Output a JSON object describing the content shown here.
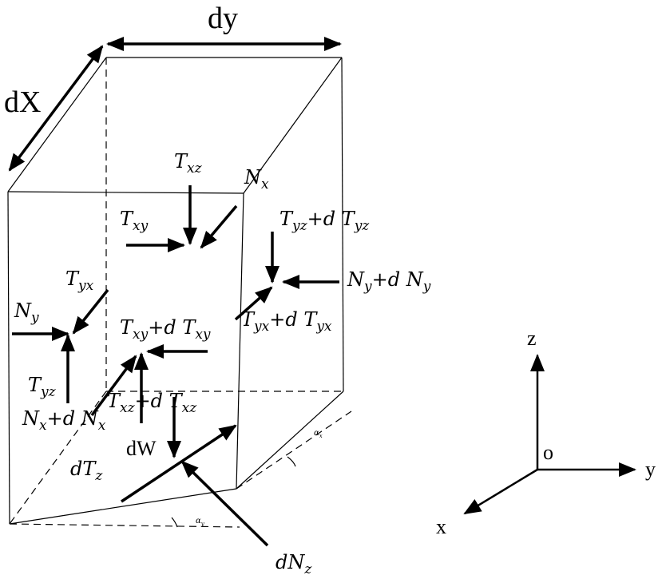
{
  "dimensions": {
    "dx": "dX",
    "dy": "dy"
  },
  "forces": {
    "Txz": {
      "main": "T",
      "sub": "xz",
      "tail": ""
    },
    "Nx": {
      "main": "N",
      "sub": "x",
      "tail": ""
    },
    "Txy": {
      "main": "T",
      "sub": "xy",
      "tail": ""
    },
    "Tyz_d": {
      "main": "T",
      "sub": "yz",
      "tail": "+d T",
      "sub2": "yz"
    },
    "Ny_d": {
      "main": "N",
      "sub": "y",
      "tail": "+d N",
      "sub2": "y"
    },
    "Tyx": {
      "main": "T",
      "sub": "yx",
      "tail": ""
    },
    "Ny": {
      "main": "N",
      "sub": "y",
      "tail": ""
    },
    "Txy_d": {
      "main": "T",
      "sub": "xy",
      "tail": "+d T",
      "sub2": "xy"
    },
    "Tyx_d": {
      "main": "T",
      "sub": "yx",
      "tail": "+d T",
      "sub2": "yx"
    },
    "Tyz": {
      "main": "T",
      "sub": "yz",
      "tail": ""
    },
    "Txz_d": {
      "main": "T",
      "sub": "xz",
      "tail": "+d T",
      "sub2": "xz"
    },
    "Nx_d": {
      "main": "N",
      "sub": "x",
      "tail": "+d N",
      "sub2": "x"
    },
    "dW": "dW",
    "dTz": {
      "main": "dT",
      "sub": "z"
    },
    "dNz": {
      "main": "dN",
      "sub": "z"
    }
  },
  "angles": {
    "alpha_x": "α",
    "alpha_x_sub": "x",
    "alpha_y": "α",
    "alpha_y_sub": "y"
  },
  "axes": {
    "z": "z",
    "y": "y",
    "x": "x",
    "origin": "o"
  }
}
